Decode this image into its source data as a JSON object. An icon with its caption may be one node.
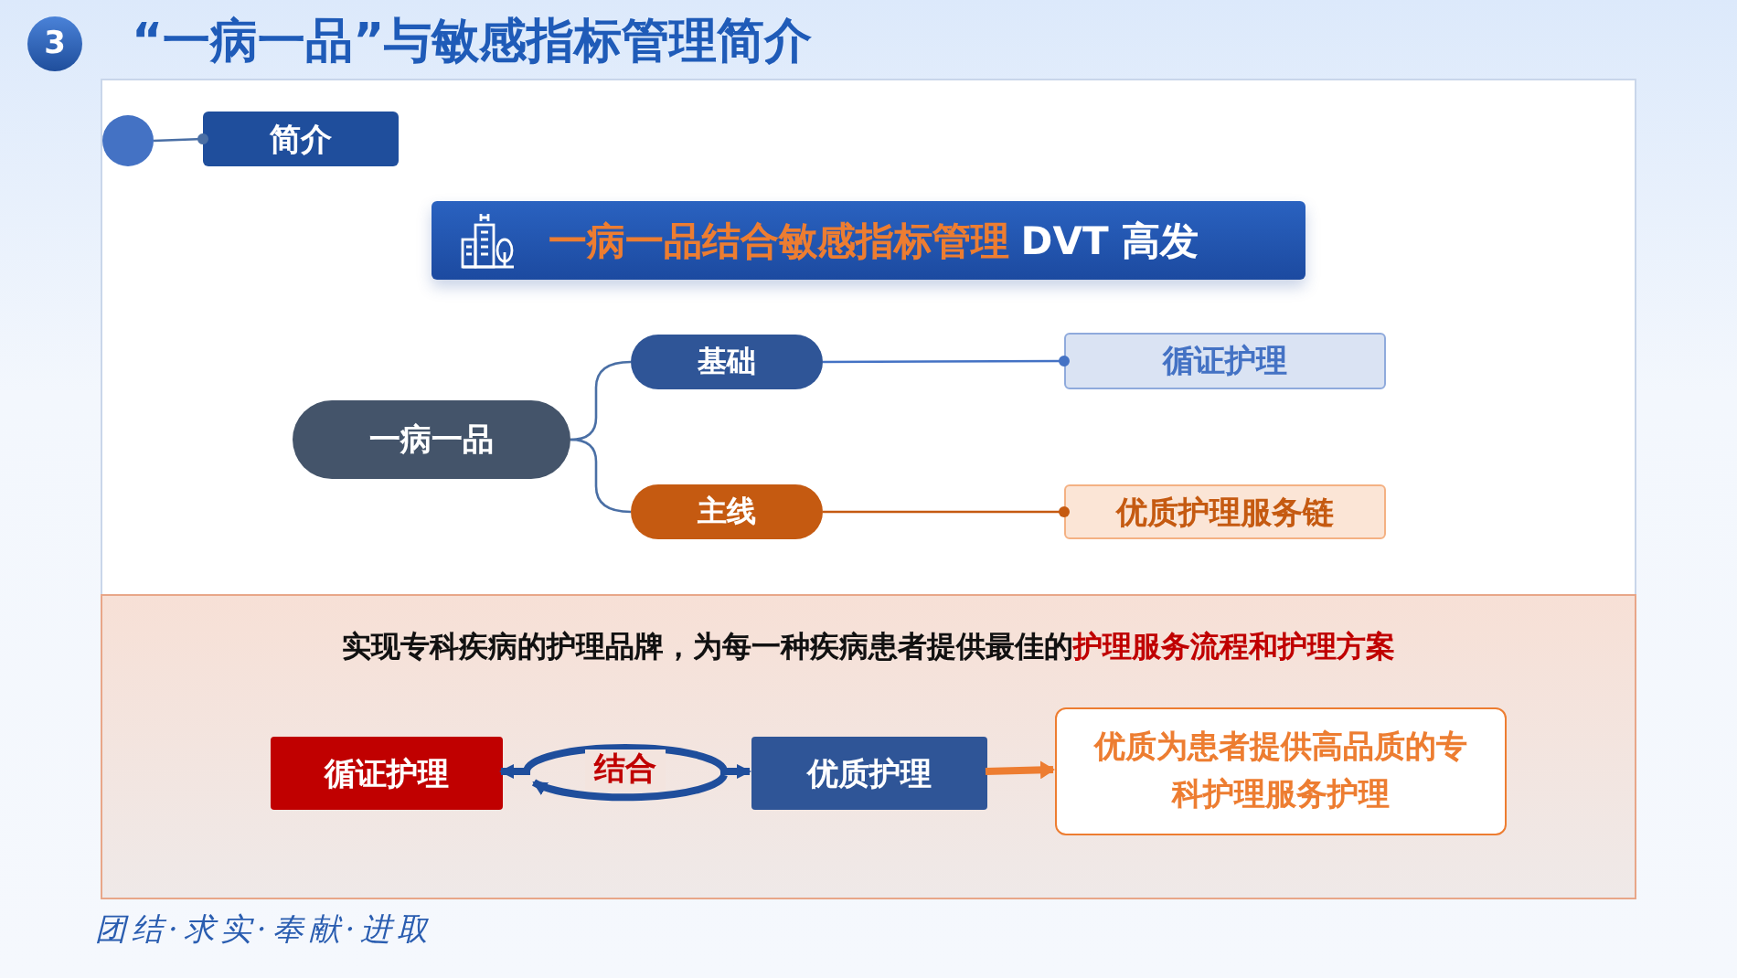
{
  "diagram": {
    "title": "“一病一品”与敏感指标管理简介",
    "nodes": [
      {
        "text": [
          "3"
        ]
      },
      {
        "text": [],
        "shape": "circle"
      },
      {
        "text": [
          "简介"
        ]
      },
      {
        "text": [
          "一病一品结合敏感指标管理",
          "DVT 高发"
        ]
      },
      {
        "text": [
          "一病一品"
        ]
      },
      {
        "text": [
          "基础"
        ]
      },
      {
        "text": [
          "主线"
        ]
      },
      {
        "text": [
          "循证护理"
        ]
      },
      {
        "text": [
          "优质护理服务链"
        ]
      },
      {
        "text": [
          "实现专科疾病的护理品牌，为每一种疾病患者提供最佳的",
          "护理服务流程和护理方案"
        ]
      },
      {
        "text": [
          "循证护理"
        ],
        "in": 9
      },
      {
        "text": [
          "优质护理"
        ],
        "in": 9
      },
      {
        "text": [
          "优质为患者提供高品质的专科护理服务护理"
        ],
        "in": 9
      }
    ],
    "edges": [
      {
        "from": 1,
        "to": 2,
        "arrow": "other"
      },
      {
        "from": 4,
        "to": 5,
        "arrow": "none"
      },
      {
        "from": 4,
        "to": 6,
        "arrow": "none"
      },
      {
        "from": 5,
        "to": 7,
        "arrow": "other",
        "color": "#4472c4"
      },
      {
        "from": 6,
        "to": 8,
        "arrow": "other",
        "color": "#c55a11"
      },
      {
        "from": 10,
        "to": 11,
        "arrow": "both",
        "label": "结合",
        "style": "thick",
        "color": "#1f4e9c"
      },
      {
        "from": 11,
        "to": 12,
        "arrow": "to",
        "color": "#ed7d31",
        "style": "thick"
      }
    ],
    "labels": [
      "团结·求实·奉献·进取"
    ]
  }
}
